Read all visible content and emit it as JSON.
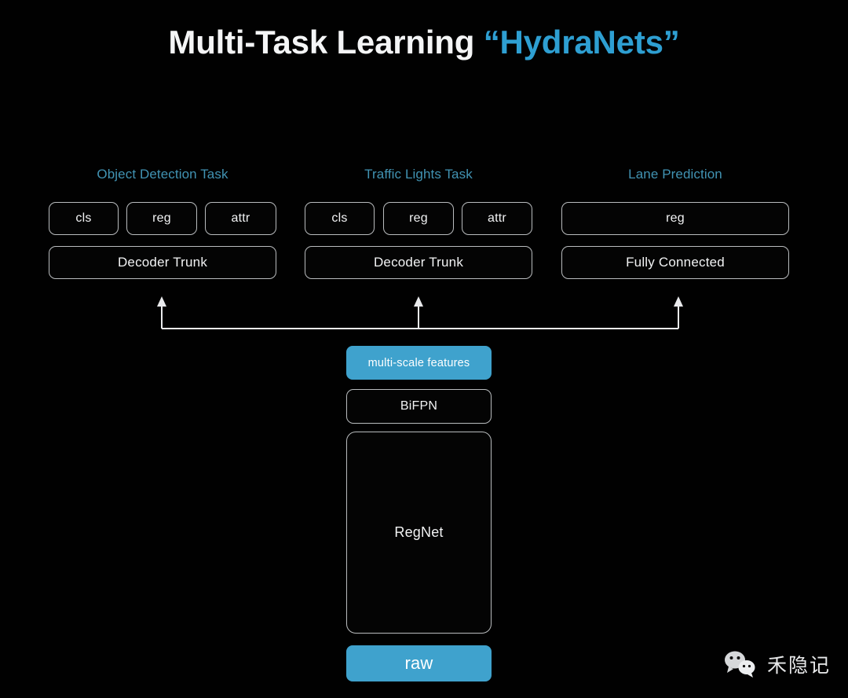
{
  "slide": {
    "title_main": "Multi-Task Learning ",
    "title_accent": "“HydraNets”",
    "background_color": "#010101"
  },
  "colors": {
    "accent_blue": "#2e9fd2",
    "fill_blue": "#3fa2cd",
    "label_blue": "#4193b3",
    "box_border": "#b9bcbe",
    "text": "#f2f3f4"
  },
  "tasks": [
    {
      "label": "Object Detection Task",
      "heads": [
        "cls",
        "reg",
        "attr"
      ],
      "trunk": "Decoder Trunk"
    },
    {
      "label": "Traffic Lights Task",
      "heads": [
        "cls",
        "reg",
        "attr"
      ],
      "trunk": "Decoder Trunk"
    },
    {
      "label": "Lane Prediction",
      "heads": [
        "reg"
      ],
      "trunk": "Fully Connected"
    }
  ],
  "backbone": {
    "features": "multi-scale features",
    "neck": "BiFPN",
    "trunk": "RegNet",
    "input": "raw"
  },
  "watermark": {
    "icon": "wechat-icon",
    "text": "禾隐记"
  }
}
